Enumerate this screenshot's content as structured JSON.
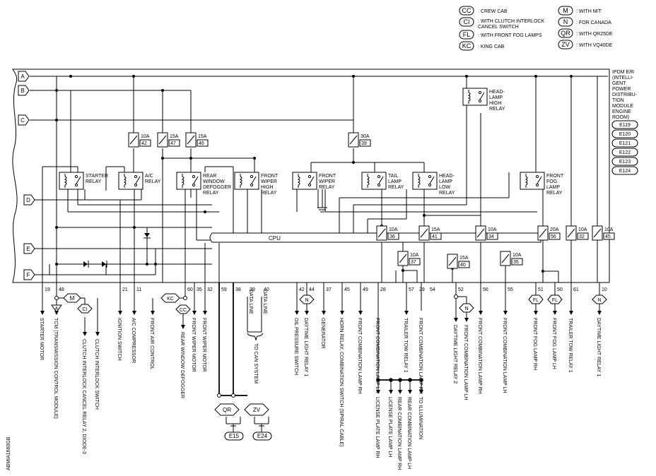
{
  "legend": [
    {
      "code": "CC",
      "text": ": CREW CAB"
    },
    {
      "code": "CI",
      "text": ": WITH CLUTCH INTERLOCK",
      "text2": "CANCEL SWITCH"
    },
    {
      "code": "FL",
      "text": ": WITH FRONT FOG LAMPS"
    },
    {
      "code": "KC",
      "text": ": KING CAB"
    },
    {
      "code": "M",
      "text": ": WITH M/T"
    },
    {
      "code": "N",
      "text": ": FOR CANADA"
    },
    {
      "code": "QR",
      "text": ": WITH QR25DE"
    },
    {
      "code": "ZV",
      "text": ": WITH VQ40DE"
    }
  ],
  "module": {
    "title_lines": [
      "IPDM E/R",
      "(INTELLI-",
      "GENT",
      "POWER",
      "DISTRIBU-",
      "TION",
      "MODULE",
      "ENGINE",
      "ROOM)"
    ],
    "connectors": [
      "E119",
      "E120",
      "E121",
      "E122",
      "E123",
      "E124"
    ]
  },
  "bus_letters": [
    "A",
    "B",
    "C",
    "D",
    "E",
    "F"
  ],
  "cpu_label": "CPU",
  "fuses": [
    {
      "amp": "10A",
      "num": "42"
    },
    {
      "amp": "15A",
      "num": "47"
    },
    {
      "amp": "15A",
      "num": "46"
    },
    {
      "amp": "30A",
      "num": "39"
    },
    {
      "amp": "10A",
      "num": "36"
    },
    {
      "amp": "15A",
      "num": "41"
    },
    {
      "amp": "10A",
      "num": "34"
    },
    {
      "amp": "20A",
      "num": "56"
    },
    {
      "amp": "10A",
      "num": "32"
    },
    {
      "amp": "10A",
      "num": "45"
    },
    {
      "amp": "10A",
      "num": "37"
    },
    {
      "amp": "15A",
      "num": "40"
    },
    {
      "amp": "10A",
      "num": "35"
    }
  ],
  "relays": [
    {
      "lines": [
        "STARTER",
        "RELAY"
      ]
    },
    {
      "lines": [
        "A/C",
        "RELAY"
      ]
    },
    {
      "lines": [
        "REAR",
        "WINDOW",
        "DEFOGGER",
        "RELAY"
      ]
    },
    {
      "lines": [
        "FRONT",
        "WIPER",
        "HIGH",
        "RELAY"
      ]
    },
    {
      "lines": [
        "FRONT",
        "WIPER",
        "RELAY"
      ]
    },
    {
      "lines": [
        "TAIL",
        "LAMP",
        "RELAY"
      ]
    },
    {
      "lines": [
        "HEAD-",
        "LAMP",
        "LOW",
        "RELAY"
      ]
    },
    {
      "lines": [
        "HEAD-",
        "LAMP",
        "HIGH",
        "RELAY"
      ]
    },
    {
      "lines": [
        "FRONT",
        "FOG",
        "LAMP",
        "RELAY"
      ]
    }
  ],
  "terminals": [
    "19",
    "48",
    "21",
    "11",
    "60",
    "35",
    "32",
    "59",
    "38",
    "39",
    "40",
    "42",
    "44",
    "37",
    "45",
    "49",
    "28",
    "57",
    "29",
    "54",
    "52",
    "56",
    "55",
    "51",
    "50",
    "61",
    "10"
  ],
  "options": {
    "M": "M",
    "A": "A",
    "CI": "CI",
    "KC": "KC",
    "CC": "CC",
    "N1": "N",
    "N2": "N",
    "N3": "N",
    "FL1": "FL",
    "FL2": "FL",
    "QR": "QR",
    "ZV": "ZV"
  },
  "data_line": "DATA LINE",
  "to_can": "TO CAN SYSTEM",
  "grounds": [
    "E15",
    "E24"
  ],
  "outputs": [
    "STARTER MOTOR",
    "TCM (TRANSMISSION CONTROL MODULE)",
    "CLUTCH INTERLOCK CANCEL RELAY 2, DIODE-3",
    "CLUTCH INTERLOCK SWITCH",
    "IGNITION SWITCH",
    "A/C COMPRESSOR",
    "FRONT AIR CONTROL",
    "REAR WINDOW DEFOGGER",
    "FRONT WIPER MOTOR",
    "FRONT WIPER MOTOR",
    "OIL PRESSURE SWITCH",
    "DAYTIME LIGHT RELAY 1",
    "GENERATOR",
    "HORN RELAY, COMBINATION SWITCH (SPIRAL CABLE)",
    "FRONT COMBINATION LAMP RH",
    "FRONT COMBINATION LAMP LH",
    "TRAILER TOW RELAY 1",
    "FRONT COMBINATION LAMP RH",
    "FRONT COMBINATION LAMP LH",
    "DAYTIME LIGHT RELAY 2",
    "FRONT COMBINATION LAMP RH",
    "FRONT COMBINATION LAMP LH",
    "FRONT FOG LAMP RH",
    "FRONT FOG LAMP LH",
    "TRAILER TOW RELAY 1",
    "DAYTIME LIGHT RELAY 1",
    "LICENSE PLATE LAMP RH",
    "LICENSE PLATE LAMP LH",
    "REAR COMBINATION LAMP RH",
    "REAR COMBINATION LAMP LH",
    "TO ILLUMINATION"
  ],
  "figure_id": "ABMIA1660GB"
}
